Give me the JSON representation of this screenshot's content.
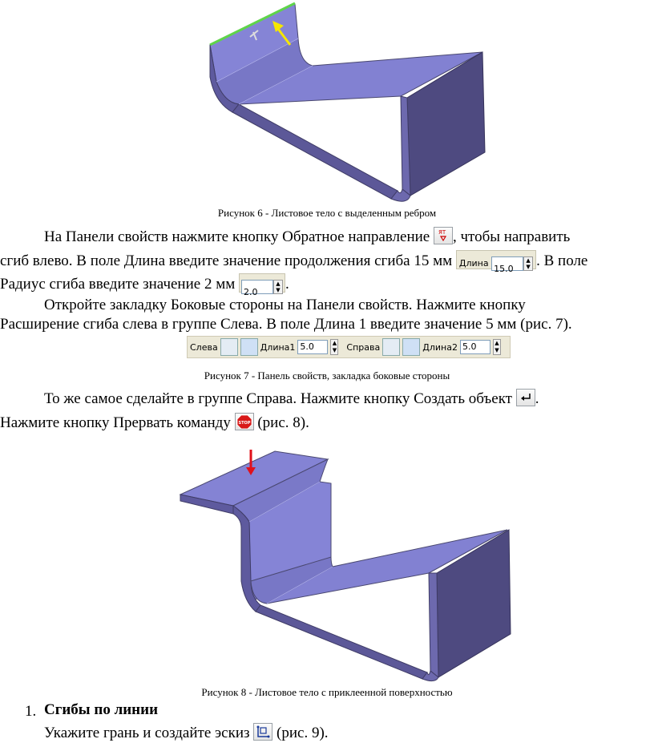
{
  "figure6": {
    "caption": "Рисунок 6 - Листовое тело с выделенным ребром"
  },
  "para1": {
    "l1a": "На Панели свойств нажмите кнопку Обратное направление ",
    "l1b": ", чтобы направить",
    "l2a": "сгиб влево. В поле Длина введите значение продолжения сгиба 15 мм ",
    "l2b": ". В поле",
    "l3a": "Радиус сгиба введите значение 2 мм ",
    "l3b": "."
  },
  "length_field": {
    "label": "Длина",
    "value": "15.0"
  },
  "radius_field": {
    "value": "2.0"
  },
  "para2": {
    "l1": "Откройте закладку Боковые стороны на Панели свойств. Нажмите кнопку",
    "l2": "Расширение сгиба слева в группе Слева. В поле Длина 1 введите значение 5 мм (рис. 7)."
  },
  "toolbar7": {
    "left_label": "Слева",
    "len1_label": "Длина1",
    "len1_value": "5.0",
    "right_label": "Справа",
    "len2_label": "Длина2",
    "len2_value": "5.0"
  },
  "figure7": {
    "caption": "Рисунок 7 - Панель свойств, закладка боковые стороны"
  },
  "para3": {
    "l1a": "То же самое сделайте в группе Справа. Нажмите кнопку Создать объект ",
    "l1b": ".",
    "l2a": "Нажмите кнопку Прервать команду ",
    "l2b": " (рис. 8)."
  },
  "stop_icon_text": "STOP",
  "figure8": {
    "caption": "Рисунок 8 - Листовое тело с приклеенной поверхностью"
  },
  "section": {
    "number": "1.",
    "title": "Сгибы по линии"
  },
  "para4": {
    "a": "Укажите грань и создайте эскиз ",
    "b": " (рис. 9)."
  },
  "colors": {
    "model_face": "#8080d0",
    "model_dark": "#4f4b7f",
    "highlight_edge": "#5fd44a",
    "arrow_yellow": "#f5e600",
    "arrow_red": "#e0101a"
  }
}
